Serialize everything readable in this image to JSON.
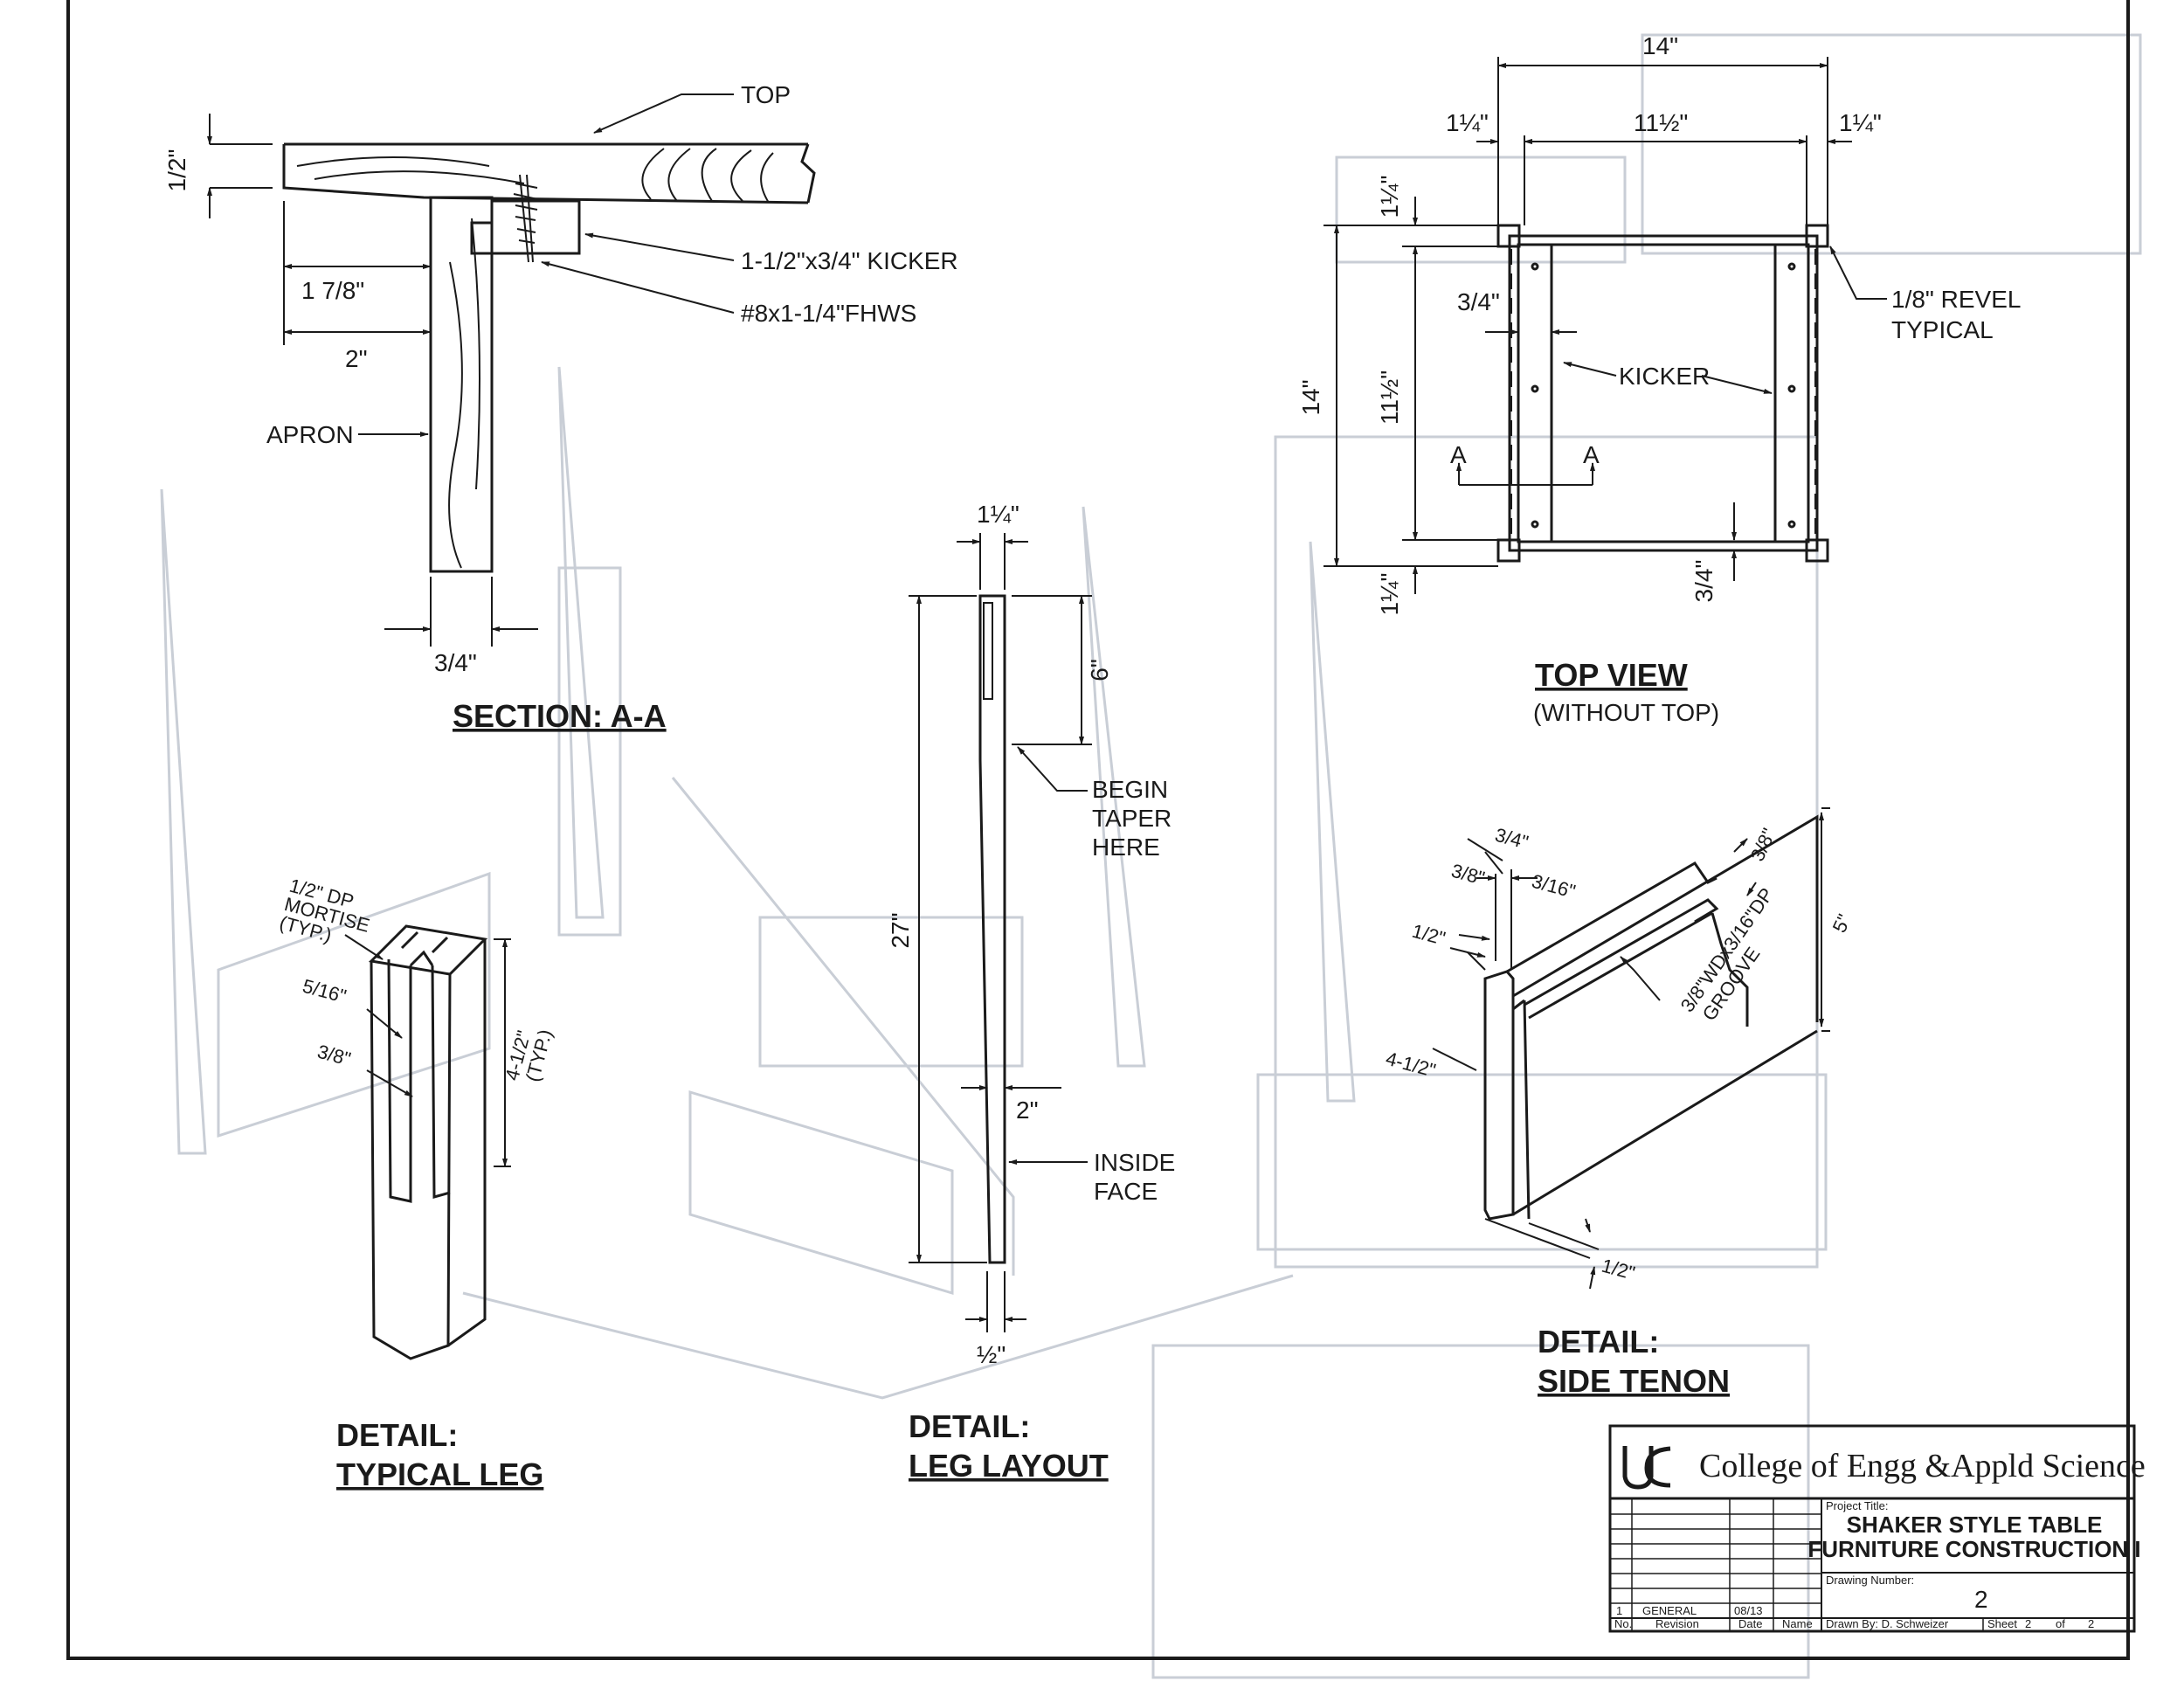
{
  "colors": {
    "ink": "#1a1a1a",
    "ghost": "#c9ced6",
    "paper": "#ffffff"
  },
  "section_aa": {
    "title": "SECTION: A-A",
    "top_label": "TOP",
    "kicker_label": "1-1/2\"x3/4\" KICKER",
    "screw_label": "#8x1-1/4\"FHWS",
    "apron_label": "APRON",
    "dim_half": "1/2\"",
    "dim_178": "1 7/8\"",
    "dim_2": "2\"",
    "dim_34": "3/4\""
  },
  "top_view": {
    "title": "TOP VIEW",
    "subtitle": "(WITHOUT TOP)",
    "dim_14_top": "14\"",
    "dim_114_left": "1¼\"",
    "dim_1112_top": "11½\"",
    "dim_114_right": "1¼\"",
    "dim_14_side": "14\"",
    "dim_1112_side": "11½\"",
    "dim_114_side_top": "1¼\"",
    "dim_114_side_bottom": "1¼\"",
    "dim_34_inner": "3/4\"",
    "dim_34_bottom": "3/4\"",
    "kicker_label": "KICKER",
    "revel_label": "1/8\" REVEL",
    "revel_label2": "TYPICAL",
    "section_mark": "A"
  },
  "leg_layout": {
    "title": "DETAIL:",
    "title2": "LEG LAYOUT",
    "dim_top": "1¼\"",
    "dim_6": "6\"",
    "dim_27": "27\"",
    "dim_2": "2\"",
    "dim_bottom": "½\"",
    "taper_l1": "BEGIN",
    "taper_l2": "TAPER",
    "taper_l3": "HERE",
    "inside_l1": "INSIDE",
    "inside_l2": "FACE"
  },
  "typical_leg": {
    "title": "DETAIL:",
    "title2": "TYPICAL LEG",
    "mortise_l1": "1/2\" DP",
    "mortise_l2": "MORTISE",
    "mortise_l3": "(TYP.)",
    "dim_516": "5/16\"",
    "dim_38": "3/8\"",
    "dim_412": "4-1/2\"",
    "dim_412_typ": "(TYP.)"
  },
  "side_tenon": {
    "title": "DETAIL:",
    "title2": "SIDE TENON",
    "dim_34": "3/4\"",
    "dim_38a": "3/8\"",
    "dim_316": "3/16\"",
    "dim_12a": "1/2\"",
    "dim_38b": "3/8\"",
    "dim_5": "5\"",
    "groove_l1": "3/8\"WDx3/16\"DP",
    "groove_l2": "GROOVE",
    "dim_412": "4-1/2\"",
    "dim_12b": "1/2\""
  },
  "title_block": {
    "school": "College of Engg &Appld Science",
    "project_title_label": "Project Title:",
    "project_line1": "SHAKER STYLE TABLE",
    "project_line2": "FURNITURE CONSTRUCTION I",
    "drawing_number_label": "Drawing Number:",
    "drawing_number": "2",
    "rev_no": "1",
    "rev_desc": "GENERAL",
    "rev_date": "08/13",
    "col_no": "No.",
    "col_revision": "Revision",
    "col_date": "Date",
    "col_name": "Name",
    "drawn_by": "Drawn By: D. Schweizer",
    "sheet_label": "Sheet",
    "sheet_num": "2",
    "sheet_of": "of",
    "sheet_total": "2"
  }
}
